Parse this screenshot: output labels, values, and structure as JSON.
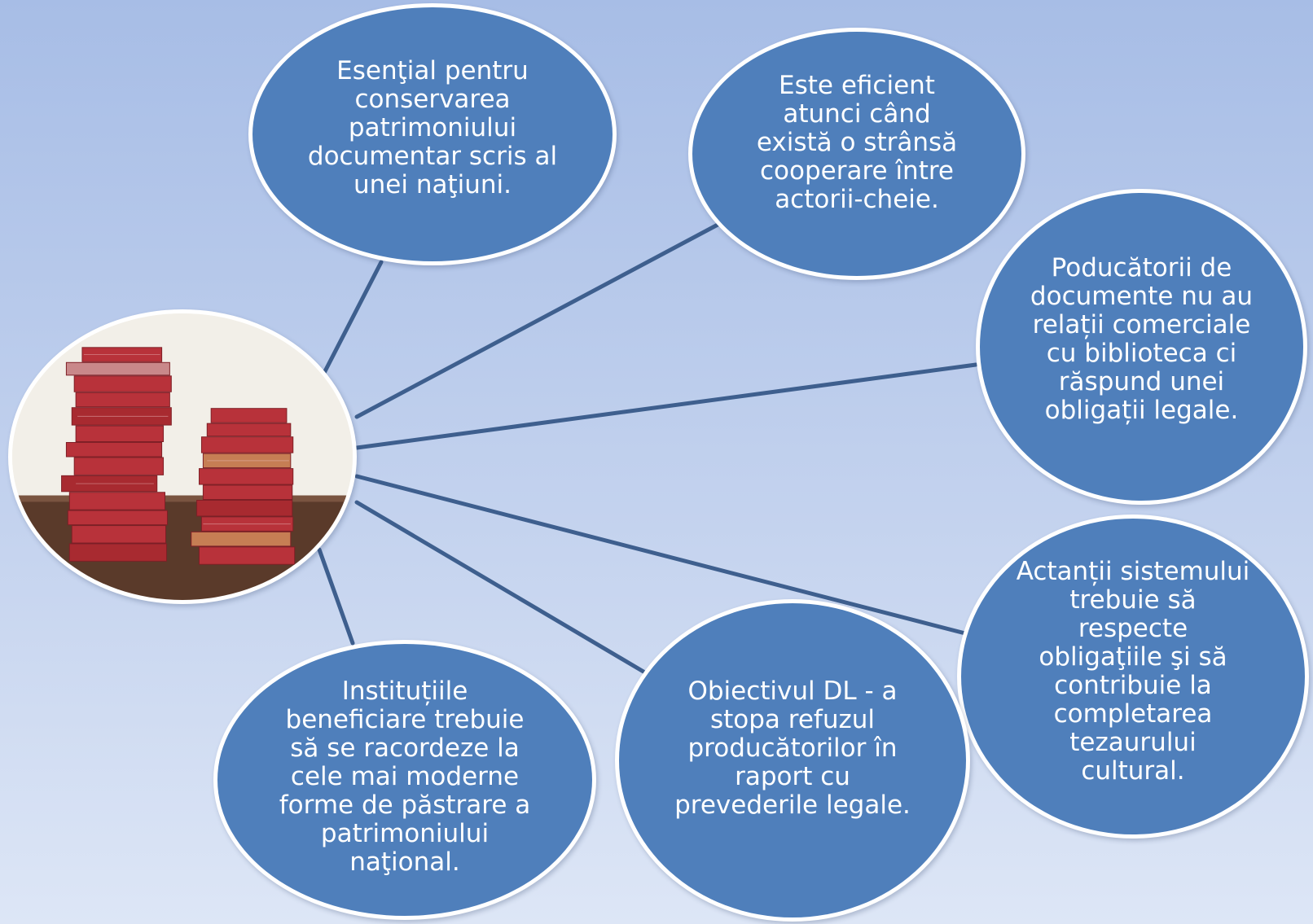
{
  "diagram": {
    "hub": {
      "image": "stacks-of-red-books"
    },
    "nodes": [
      {
        "id": "n1",
        "lines": [
          "Esenţial pentru",
          "conservarea",
          "patrimoniului",
          "documentar scris al",
          "unei naţiuni."
        ]
      },
      {
        "id": "n2",
        "lines": [
          "Este eficient",
          "atunci când",
          "există o strânsă",
          "cooperare între",
          "actorii-cheie."
        ]
      },
      {
        "id": "n3",
        "lines": [
          "Poducătorii de",
          "documente nu au",
          "relații comerciale",
          "cu biblioteca ci",
          "răspund unei",
          "obligații legale."
        ]
      },
      {
        "id": "n4",
        "lines": [
          "Actanții sistemului",
          "trebuie să",
          "respecte",
          "obligaţiile şi să",
          "contribuie la",
          "completarea",
          "tezaurului",
          "cultural."
        ]
      },
      {
        "id": "n5",
        "lines": [
          "Obiectivul DL - a",
          "stopa refuzul",
          "producătorilor în",
          "raport cu",
          "prevederile legale."
        ]
      },
      {
        "id": "n6",
        "lines": [
          "Instituțiile",
          "beneficiare  trebuie",
          "să se racordeze la",
          "cele mai moderne",
          "forme de păstrare a",
          "patrimoniului",
          "naţional."
        ]
      }
    ],
    "colors": {
      "node_fill": "#4f7fbb",
      "node_border": "#ffffff",
      "connector": "#3e5f8e",
      "background_top": "#a7bde6",
      "background_bottom": "#dde6f6"
    }
  }
}
